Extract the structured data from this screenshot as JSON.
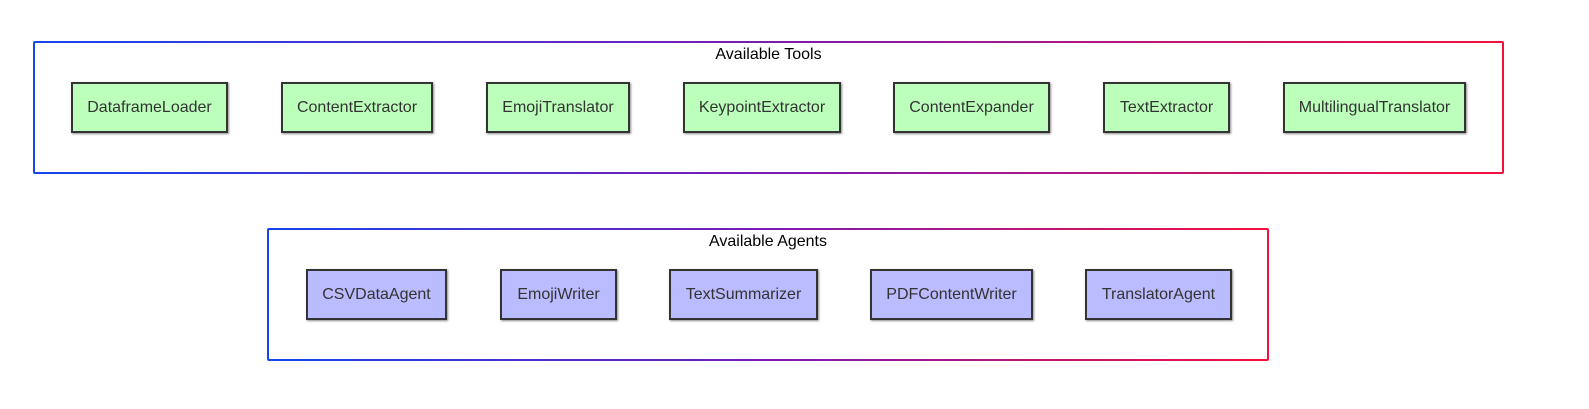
{
  "tools_group": {
    "title": "Available Tools",
    "fill_color": "#bbffbb",
    "items": [
      {
        "label": "DataframeLoader"
      },
      {
        "label": "ContentExtractor"
      },
      {
        "label": "EmojiTranslator"
      },
      {
        "label": "KeypointExtractor"
      },
      {
        "label": "ContentExpander"
      },
      {
        "label": "TextExtractor"
      },
      {
        "label": "MultilingualTranslator"
      }
    ]
  },
  "agents_group": {
    "title": "Available Agents",
    "fill_color": "#bbbbff",
    "items": [
      {
        "label": "CSVDataAgent"
      },
      {
        "label": "EmojiWriter"
      },
      {
        "label": "TextSummarizer"
      },
      {
        "label": "PDFContentWriter"
      },
      {
        "label": "TranslatorAgent"
      }
    ]
  },
  "border_gradient": [
    "#1545ee",
    "#f5103d"
  ]
}
